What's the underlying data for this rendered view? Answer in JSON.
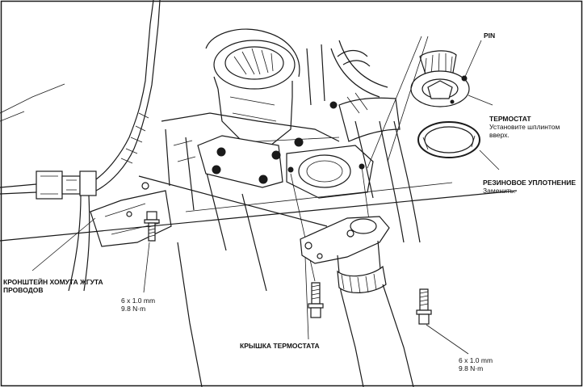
{
  "labels": {
    "pin": "PIN",
    "thermostat_title": "ТЕРМОСТАТ",
    "thermostat_note_1": "Установите шплинтом",
    "thermostat_note_2": "вверх.",
    "seal_title": "РЕЗИНОВОЕ УПЛОТНЕНИЕ",
    "seal_note": "Заменить.",
    "bracket_title_1": "КРОНШТЕЙН ХОМУТА ЖГУТА",
    "bracket_title_2": "ПРОВОДОВ",
    "bolt_left_size": "6 x 1.0 mm",
    "bolt_left_torque": "9.8 N·m",
    "cover_title": "КРЫШКА ТЕРМОСТАТА",
    "bolt_right_size": "6 x 1.0 mm",
    "bolt_right_torque": "9.8 N·m"
  }
}
